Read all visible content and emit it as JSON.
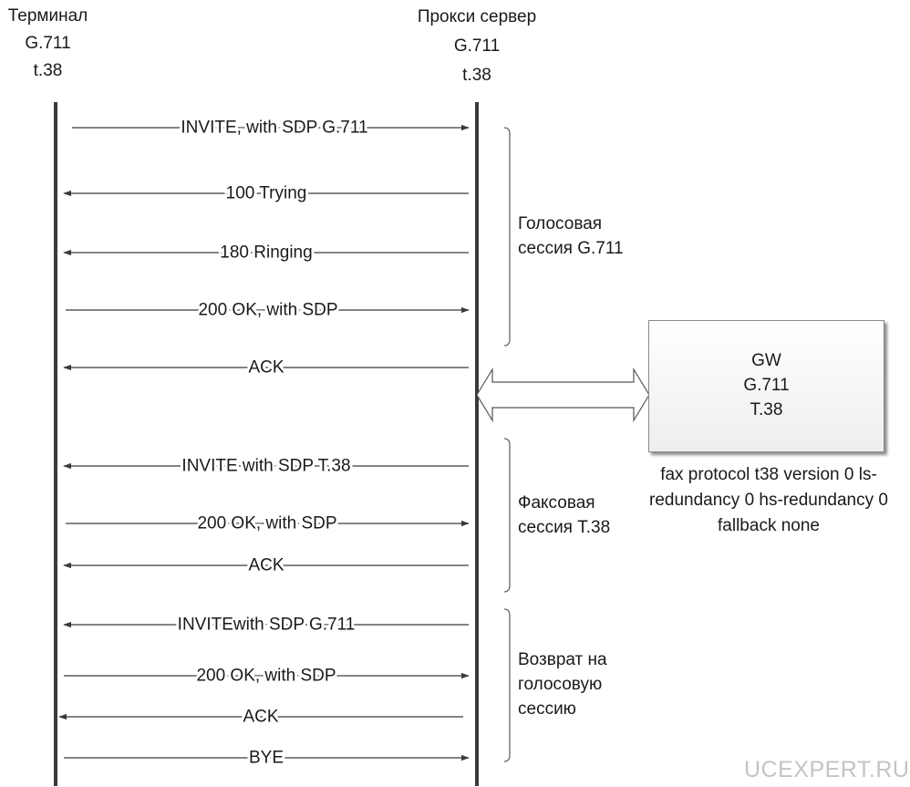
{
  "headers": {
    "terminal": {
      "title": "Терминал",
      "codec1": "G.711",
      "codec2": "t.38"
    },
    "proxy": {
      "title": "Прокси сервер",
      "codec1": "G.711",
      "codec2": "t.38"
    }
  },
  "messages": [
    {
      "label": "INVITE,  with SDP G.711",
      "direction": "right"
    },
    {
      "label": "100 Trying",
      "direction": "left"
    },
    {
      "label": "180 Ringing",
      "direction": "left"
    },
    {
      "label": "200 OK,  with SDP",
      "direction": "right"
    },
    {
      "label": "ACK",
      "direction": "left"
    },
    {
      "label": "INVITE with SDP T.38",
      "direction": "left"
    },
    {
      "label": "200 OK,  with SDP",
      "direction": "right"
    },
    {
      "label": "ACK",
      "direction": "left"
    },
    {
      "label": "INVITEwith SDP G.711",
      "direction": "left"
    },
    {
      "label": "200 OK,  with SDP",
      "direction": "right"
    },
    {
      "label": "ACK",
      "direction": "left"
    },
    {
      "label": "BYE",
      "direction": "right"
    }
  ],
  "sessions": {
    "voice": {
      "line1": "Голосовая",
      "line2": "сессия G.711"
    },
    "fax": {
      "line1": "Факсовая",
      "line2": "сессия T.38"
    },
    "return": {
      "line1": "Возврат на",
      "line2": "голосовую",
      "line3": "сессию"
    }
  },
  "gateway": {
    "name": "GW",
    "codec1": "G.711",
    "codec2": "T.38",
    "note_line1": "fax protocol t38 version 0 ls-",
    "note_line2": "redundancy 0 hs-redundancy 0",
    "note_line3": "fallback none"
  },
  "watermark": "UCEXPERT.RU"
}
